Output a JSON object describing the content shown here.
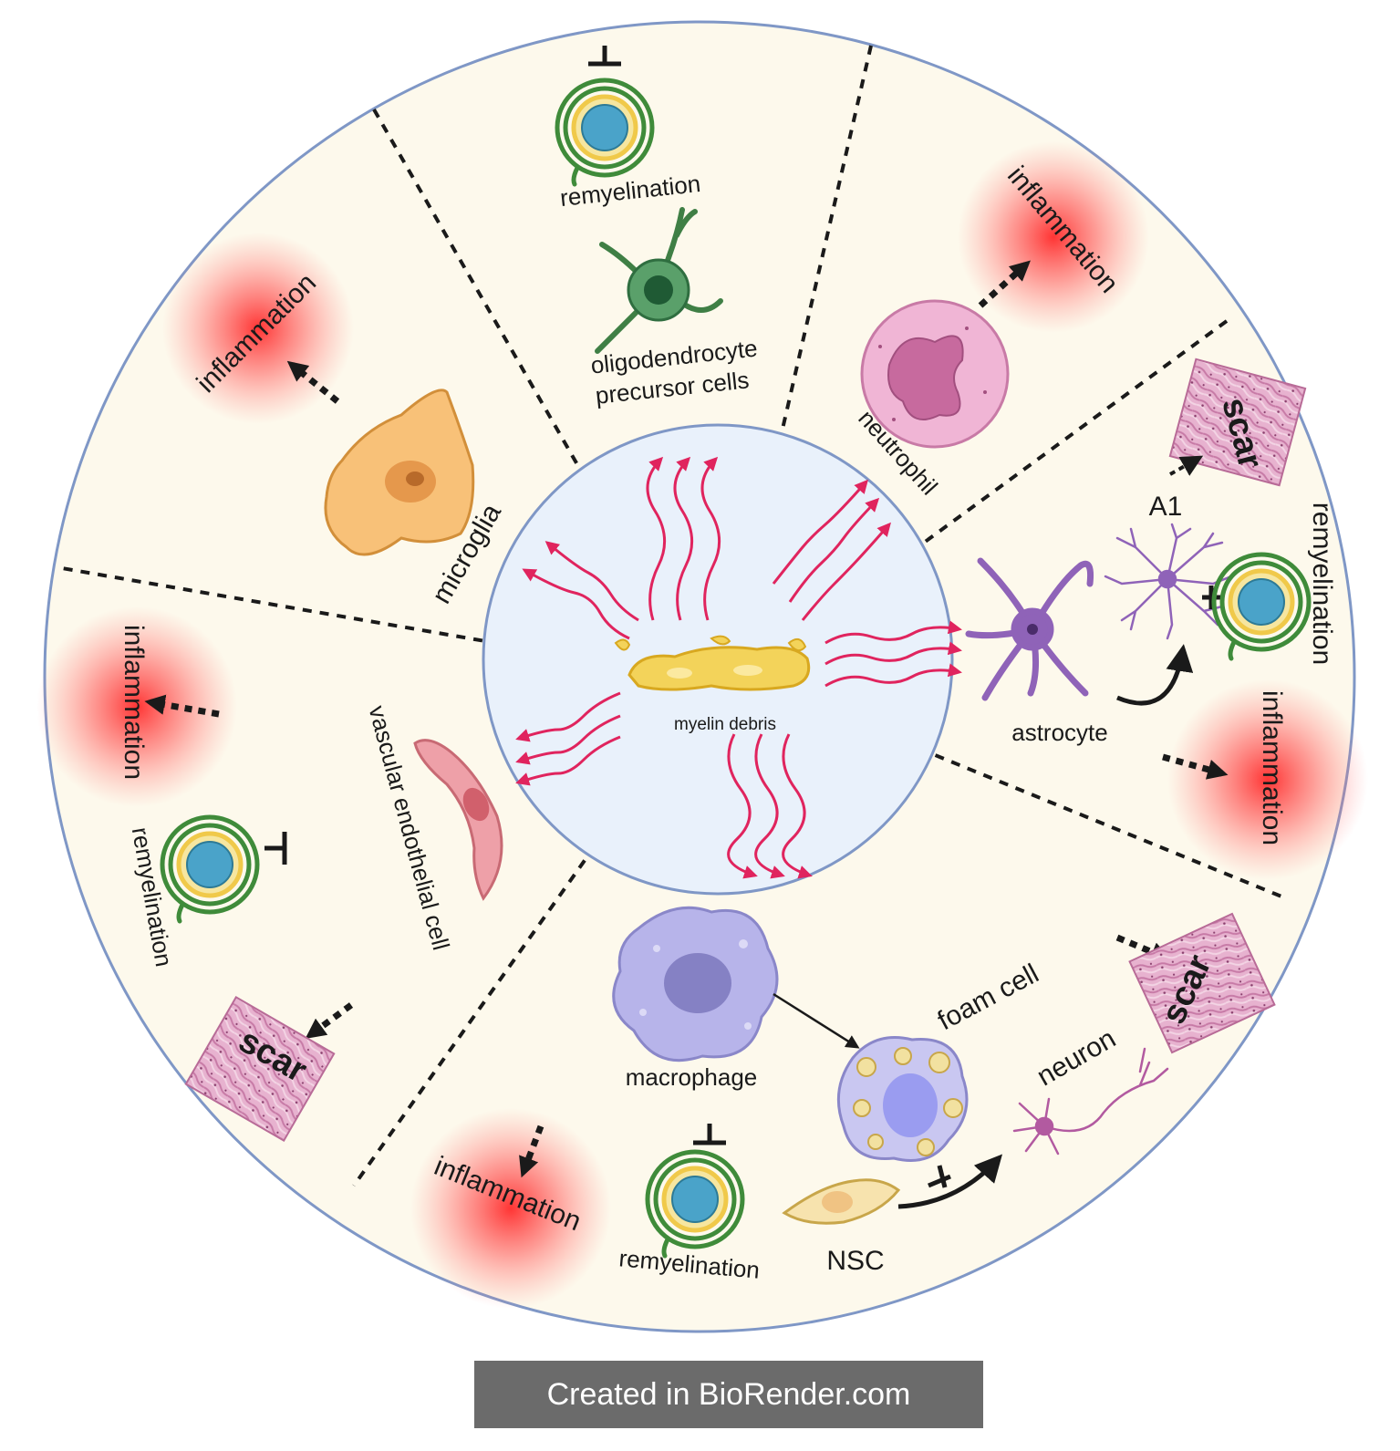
{
  "center": {
    "label": "myelin debris"
  },
  "cells": {
    "opc": {
      "line1": "oligodendrocyte",
      "line2": "precursor cells"
    },
    "neutrophil": "neutrophil",
    "astrocyte": "astrocyte",
    "astrocyte_subtype": "A1",
    "macrophage": "macrophage",
    "foam_cell": "foam cell",
    "neuron": "neuron",
    "nsc": "NSC",
    "endothelial": "vascular endothelial cell",
    "microglia": "microglia"
  },
  "effects": {
    "remyelination": "remyelination",
    "inflammation": "inflammation",
    "scar": "scar"
  },
  "colors": {
    "background": "#fdf9ec",
    "center": "#e9f1fb",
    "border": "#7f97c6",
    "wave_arrow": "#e0245e",
    "inflammation_glow": "#ff2a2a",
    "myelin_yellow": "#f3d35a",
    "myelin_green": "#3f8b3a",
    "myelin_core": "#4aa3c9"
  },
  "footer": {
    "text": "Created in BioRender.com"
  }
}
